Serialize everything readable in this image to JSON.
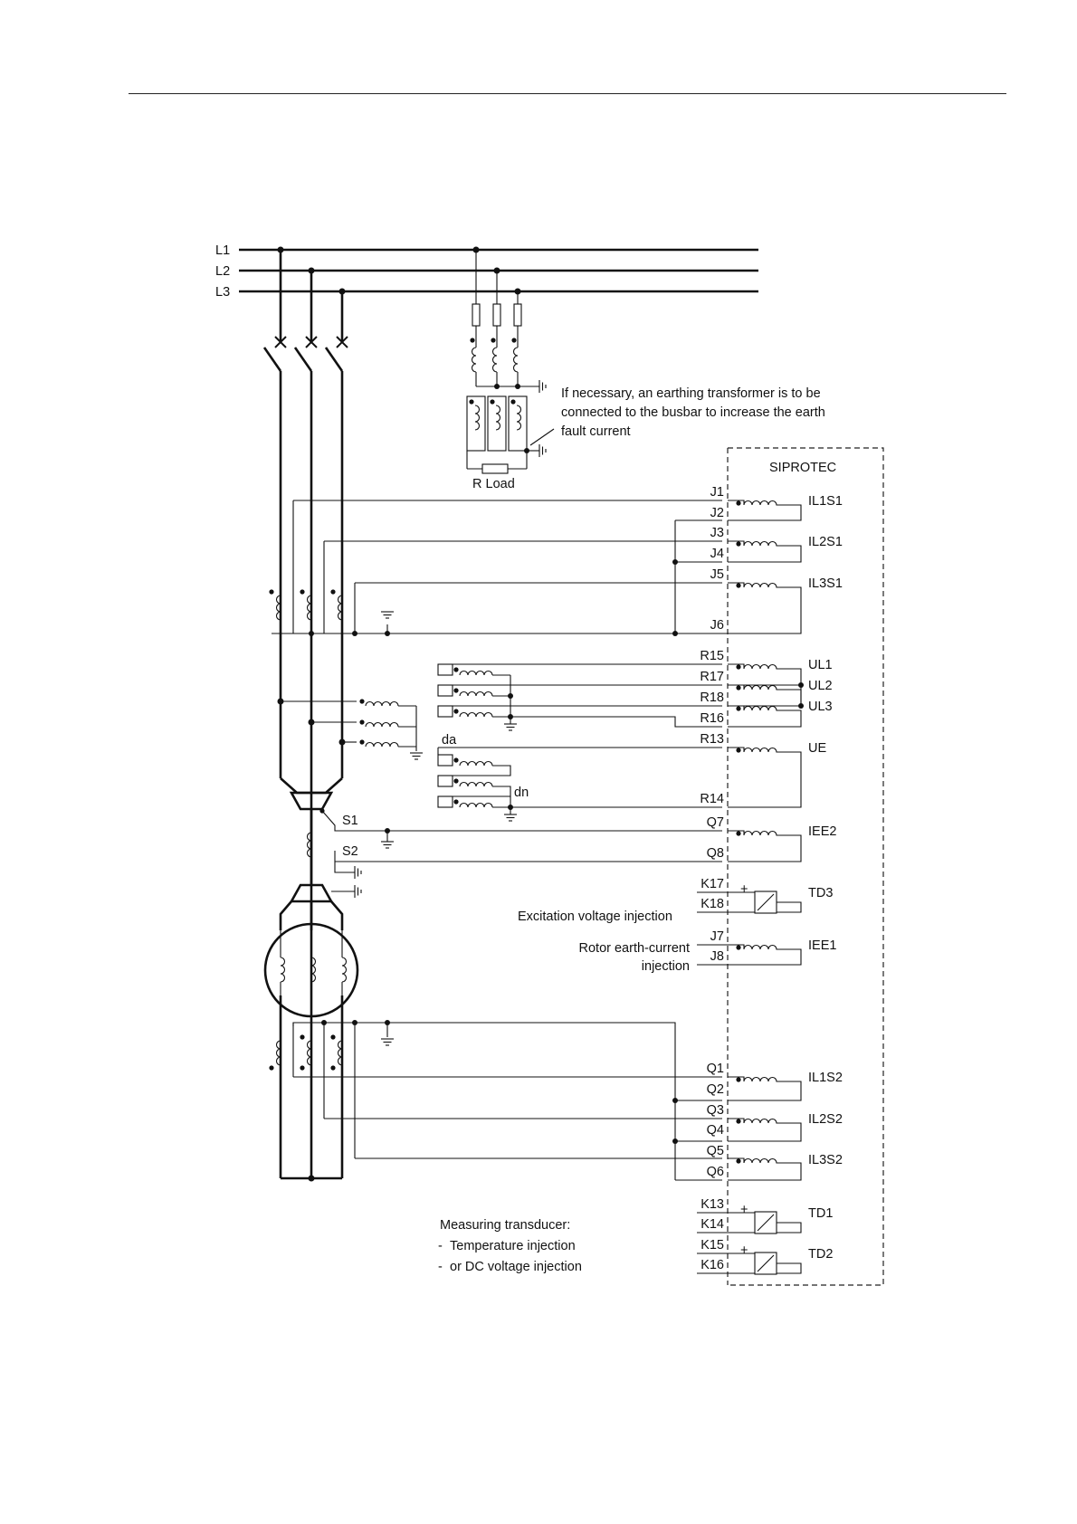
{
  "phases": [
    "L1",
    "L2",
    "L3"
  ],
  "notes": {
    "earthing_transformer": [
      "If necessary, an earthing transformer is to be",
      "connected to the busbar to increase the earth",
      "fault current"
    ],
    "r_load": "R Load",
    "siprotec": "SIPROTEC",
    "excitation": "Excitation voltage injection",
    "rotor": [
      "Rotor earth-current",
      "injection"
    ],
    "transducer": [
      "Measuring transducer:",
      "Temperature injection",
      "or DC voltage injection"
    ],
    "dash": "-"
  },
  "ct_labels": {
    "s1": "S1",
    "s2": "S2",
    "da": "da",
    "dn": "dn",
    "plus": "+"
  },
  "terminals": {
    "j1": "J1",
    "j2": "J2",
    "j3": "J3",
    "j4": "J4",
    "j5": "J5",
    "j6": "J6",
    "r15": "R15",
    "r17": "R17",
    "r18": "R18",
    "r16": "R16",
    "r13": "R13",
    "r14": "R14",
    "q7": "Q7",
    "q8": "Q8",
    "k17": "K17",
    "k18": "K18",
    "j7": "J7",
    "j8": "J8",
    "q1": "Q1",
    "q2": "Q2",
    "q3": "Q3",
    "q4": "Q4",
    "q5": "Q5",
    "q6": "Q6",
    "k13": "K13",
    "k14": "K14",
    "k15": "K15",
    "k16": "K16"
  },
  "inputs": {
    "il1s1": "IL1S1",
    "il2s1": "IL2S1",
    "il3s1": "IL3S1",
    "ul1": "UL1",
    "ul2": "UL2",
    "ul3": "UL3",
    "ue": "UE",
    "iee2": "IEE2",
    "td3": "TD3",
    "iee1": "IEE1",
    "il1s2": "IL1S2",
    "il2s2": "IL2S2",
    "il3s2": "IL3S2",
    "td1": "TD1",
    "td2": "TD2"
  }
}
